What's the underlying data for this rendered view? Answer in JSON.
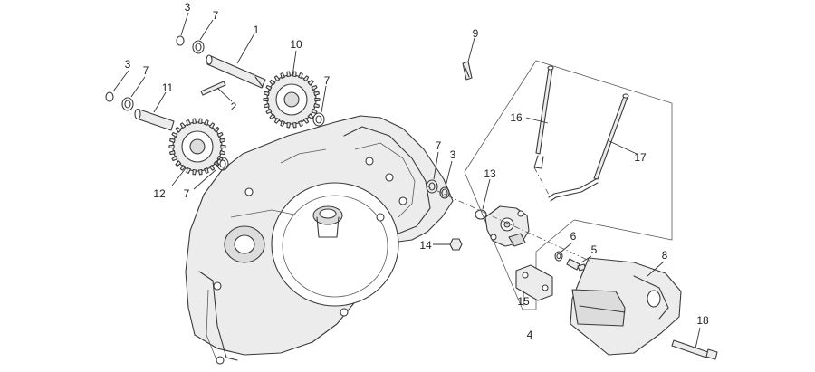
{
  "callouts": [
    {
      "id": "c1",
      "text": "1"
    },
    {
      "id": "c2",
      "text": "2"
    },
    {
      "id": "c3a",
      "text": "3"
    },
    {
      "id": "c3b",
      "text": "3"
    },
    {
      "id": "c3c",
      "text": "3"
    },
    {
      "id": "c4",
      "text": "4"
    },
    {
      "id": "c5",
      "text": "5"
    },
    {
      "id": "c6",
      "text": "6"
    },
    {
      "id": "c7a",
      "text": "7"
    },
    {
      "id": "c7b",
      "text": "7"
    },
    {
      "id": "c7c",
      "text": "7"
    },
    {
      "id": "c7d",
      "text": "7"
    },
    {
      "id": "c7e",
      "text": "7"
    },
    {
      "id": "c8",
      "text": "8"
    },
    {
      "id": "c9",
      "text": "9"
    },
    {
      "id": "c10",
      "text": "10"
    },
    {
      "id": "c11",
      "text": "11"
    },
    {
      "id": "c12",
      "text": "12"
    },
    {
      "id": "c13",
      "text": "13"
    },
    {
      "id": "c14",
      "text": "14"
    },
    {
      "id": "c15",
      "text": "15"
    },
    {
      "id": "c16",
      "text": "16"
    },
    {
      "id": "c17",
      "text": "17"
    },
    {
      "id": "c18",
      "text": "18"
    }
  ]
}
